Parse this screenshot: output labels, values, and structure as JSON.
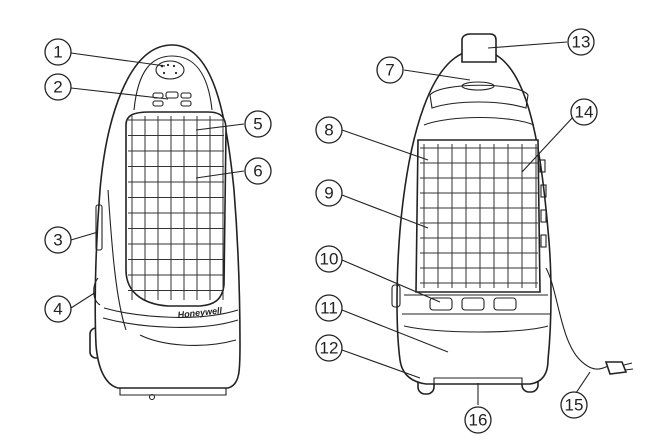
{
  "brand_label": "Honeywell",
  "callouts": [
    {
      "num": "1"
    },
    {
      "num": "2"
    },
    {
      "num": "3"
    },
    {
      "num": "4"
    },
    {
      "num": "5"
    },
    {
      "num": "6"
    },
    {
      "num": "7"
    },
    {
      "num": "8"
    },
    {
      "num": "9"
    },
    {
      "num": "10"
    },
    {
      "num": "11"
    },
    {
      "num": "12"
    },
    {
      "num": "13"
    },
    {
      "num": "14"
    },
    {
      "num": "15"
    },
    {
      "num": "16"
    }
  ],
  "colors": {
    "line": "#222222",
    "background": "#ffffff"
  }
}
